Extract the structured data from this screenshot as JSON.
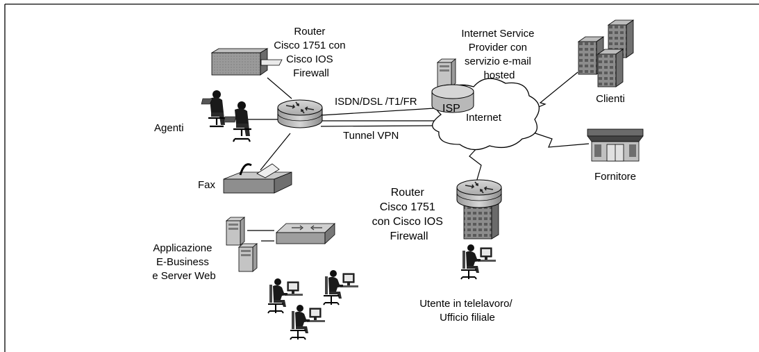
{
  "labels": {
    "hq_router": [
      "Router",
      "Cisco 1751 con",
      "Cisco IOS",
      "Firewall"
    ],
    "isp_text": [
      "Internet Service",
      "Provider con",
      "servizio e-mail",
      "hosted"
    ],
    "clienti": "Clienti",
    "agenti": "Agenti",
    "isdn": "ISDN/DSL /T1/FR",
    "tunnel": "Tunnel VPN",
    "isp_badge": "ISP",
    "internet": "Internet",
    "fax": "Fax",
    "fornitore": "Fornitore",
    "remote_router": [
      "Router",
      "Cisco 1751",
      "con Cisco IOS",
      "Firewall"
    ],
    "app": [
      "Applicazione",
      "E-Business",
      "e Server Web"
    ],
    "telework": [
      "Utente in telelavoro/",
      "Ufficio filiale"
    ]
  }
}
